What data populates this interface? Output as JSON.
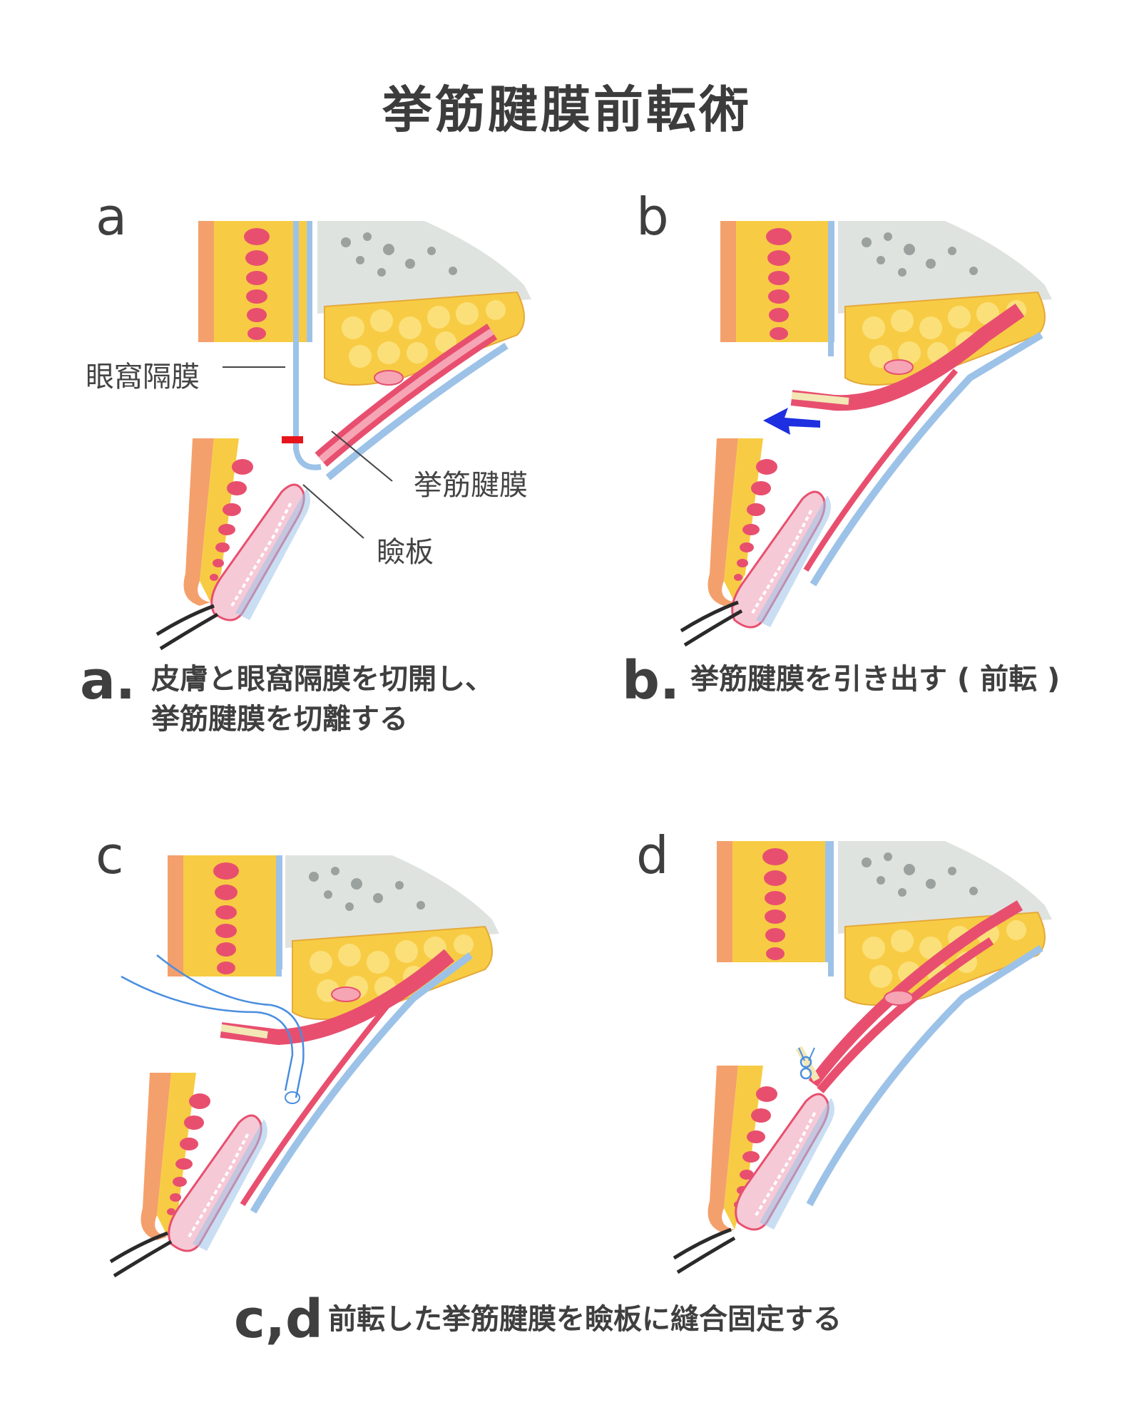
{
  "title": "挙筋腱膜前転術",
  "panels": [
    {
      "id": "a",
      "label": "a"
    },
    {
      "id": "b",
      "label": "b"
    },
    {
      "id": "c",
      "label": "c"
    },
    {
      "id": "d",
      "label": "d"
    }
  ],
  "annotations": {
    "orbital_septum": "眼窩隔膜",
    "levator_aponeurosis": "挙筋腱膜",
    "tarsus": "瞼板"
  },
  "captions": {
    "a": {
      "letter": "a.",
      "line1": "皮膚と眼窩隔膜を切開し、",
      "line2": "挙筋腱膜を切離する"
    },
    "b": {
      "letter": "b.",
      "text": "挙筋腱膜を引き出す ( 前転 )"
    },
    "cd": {
      "letter": "c,d",
      "text": "前転した挙筋腱膜を瞼板に縫合固定する"
    }
  },
  "colors": {
    "skin": "#f4a06c",
    "fat": "#f7cc44",
    "muscle_pink": "#e84f6f",
    "bone": "#dfe3e0",
    "septum_blue": "#9dc2e8",
    "tarsus_pink": "#f6c9d6",
    "incision_red": "#e8141b",
    "arrow_blue": "#1d2fe0",
    "suture_blue": "#4a8ee0"
  },
  "icons": {
    "arrow": "arrow-left-icon",
    "incision": "incision-mark-icon"
  }
}
